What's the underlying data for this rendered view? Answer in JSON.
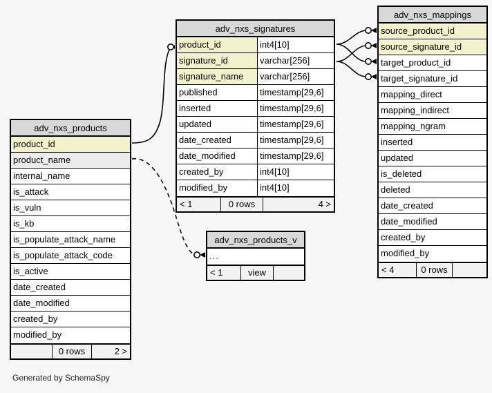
{
  "page": {
    "background": "#f7f7f7",
    "generated_by": "Generated by SchemaSpy",
    "colors": {
      "primary_key": "#f2f2cc",
      "indexed": "#ececec",
      "header": "#d8d8d8",
      "border": "#000000",
      "footer": "#f2f2f2"
    }
  },
  "tables": {
    "signatures": {
      "title": "adv_nxs_signatures",
      "columns": [
        {
          "name": "product_id",
          "type": "int4[10]",
          "style": "pk"
        },
        {
          "name": "signature_id",
          "type": "varchar[256]",
          "style": "pk"
        },
        {
          "name": "signature_name",
          "type": "varchar[256]",
          "style": "pk"
        },
        {
          "name": "published",
          "type": "timestamp[29,6]",
          "style": "plain"
        },
        {
          "name": "inserted",
          "type": "timestamp[29,6]",
          "style": "plain"
        },
        {
          "name": "updated",
          "type": "timestamp[29,6]",
          "style": "plain"
        },
        {
          "name": "date_created",
          "type": "timestamp[29,6]",
          "style": "plain"
        },
        {
          "name": "date_modified",
          "type": "timestamp[29,6]",
          "style": "plain"
        },
        {
          "name": "created_by",
          "type": "int4[10]",
          "style": "plain"
        },
        {
          "name": "modified_by",
          "type": "int4[10]",
          "style": "plain"
        }
      ],
      "footer": {
        "left": "< 1",
        "middle": "0 rows",
        "right": "4 >"
      }
    },
    "mappings": {
      "title": "adv_nxs_mappings",
      "columns": [
        {
          "name": "source_product_id",
          "type": "",
          "style": "pk"
        },
        {
          "name": "source_signature_id",
          "type": "",
          "style": "pk"
        },
        {
          "name": "target_product_id",
          "type": "",
          "style": "plain"
        },
        {
          "name": "target_signature_id",
          "type": "",
          "style": "plain"
        },
        {
          "name": "mapping_direct",
          "type": "",
          "style": "plain"
        },
        {
          "name": "mapping_indirect",
          "type": "",
          "style": "plain"
        },
        {
          "name": "mapping_ngram",
          "type": "",
          "style": "plain"
        },
        {
          "name": "inserted",
          "type": "",
          "style": "plain"
        },
        {
          "name": "updated",
          "type": "",
          "style": "plain"
        },
        {
          "name": "is_deleted",
          "type": "",
          "style": "plain"
        },
        {
          "name": "deleted",
          "type": "",
          "style": "plain"
        },
        {
          "name": "date_created",
          "type": "",
          "style": "plain"
        },
        {
          "name": "date_modified",
          "type": "",
          "style": "plain"
        },
        {
          "name": "created_by",
          "type": "",
          "style": "plain"
        },
        {
          "name": "modified_by",
          "type": "",
          "style": "plain"
        }
      ],
      "footer": {
        "left": "< 4",
        "middle": "0 rows",
        "right": ""
      }
    },
    "products": {
      "title": "adv_nxs_products",
      "columns": [
        {
          "name": "product_id",
          "type": "",
          "style": "pk"
        },
        {
          "name": "product_name",
          "type": "",
          "style": "idx"
        },
        {
          "name": "internal_name",
          "type": "",
          "style": "plain"
        },
        {
          "name": "is_attack",
          "type": "",
          "style": "plain"
        },
        {
          "name": "is_vuln",
          "type": "",
          "style": "plain"
        },
        {
          "name": "is_kb",
          "type": "",
          "style": "plain"
        },
        {
          "name": "is_populate_attack_name",
          "type": "",
          "style": "plain"
        },
        {
          "name": "is_populate_attack_code",
          "type": "",
          "style": "plain"
        },
        {
          "name": "is_active",
          "type": "",
          "style": "plain"
        },
        {
          "name": "date_created",
          "type": "",
          "style": "plain"
        },
        {
          "name": "date_modified",
          "type": "",
          "style": "plain"
        },
        {
          "name": "created_by",
          "type": "",
          "style": "plain"
        },
        {
          "name": "modified_by",
          "type": "",
          "style": "plain"
        }
      ],
      "footer": {
        "left": "",
        "middle": "0 rows",
        "right": "2 >"
      }
    },
    "products_v": {
      "title": "adv_nxs_products_v",
      "columns": [
        {
          "name": "...",
          "type": "",
          "style": "plain"
        }
      ],
      "footer": {
        "left": "< 1",
        "middle": "view",
        "right": ""
      }
    }
  },
  "relationships": [
    {
      "name": "products-to-signatures",
      "from": "adv_nxs_products.product_id",
      "to": "adv_nxs_signatures.product_id",
      "style": "solid"
    },
    {
      "name": "signatures-to-source-product",
      "from": "adv_nxs_signatures.product_id",
      "to": "adv_nxs_mappings.source_product_id",
      "style": "solid"
    },
    {
      "name": "signatures-to-target-product",
      "from": "adv_nxs_signatures.product_id",
      "to": "adv_nxs_mappings.target_product_id",
      "style": "solid"
    },
    {
      "name": "signatures-to-source-signature",
      "from": "adv_nxs_signatures.signature_id",
      "to": "adv_nxs_mappings.source_signature_id",
      "style": "solid"
    },
    {
      "name": "signatures-to-target-signature",
      "from": "adv_nxs_signatures.signature_id",
      "to": "adv_nxs_mappings.target_signature_id",
      "style": "solid"
    },
    {
      "name": "products-to-products-v",
      "from": "adv_nxs_products.product_name",
      "to": "adv_nxs_products_v",
      "style": "dashed"
    }
  ]
}
